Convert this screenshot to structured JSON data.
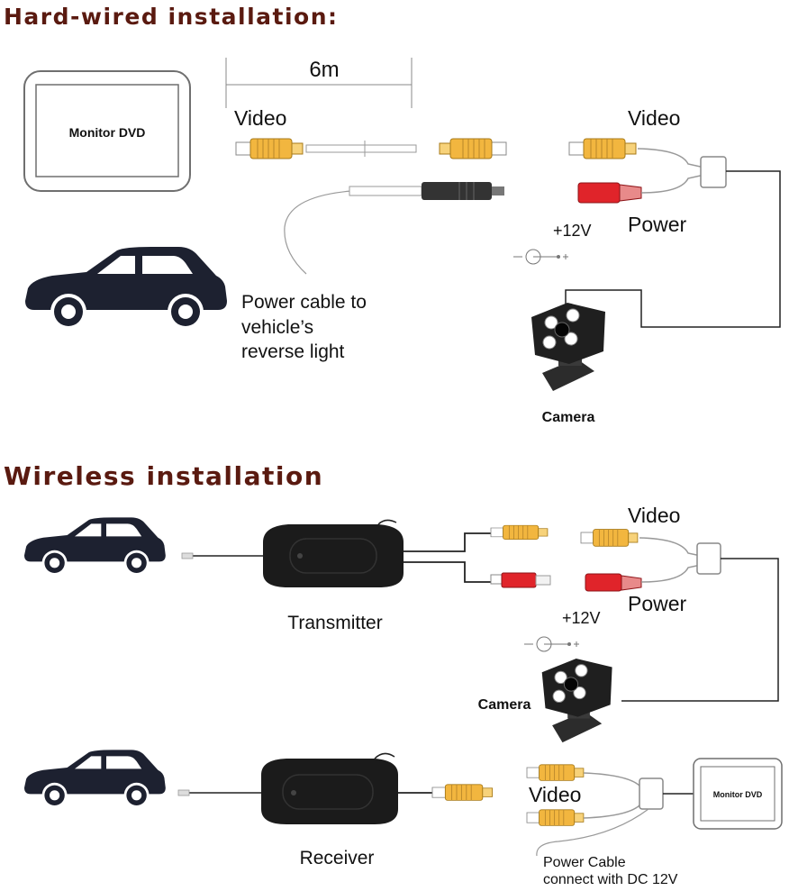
{
  "hardwired": {
    "title": "Hard-wired installation:",
    "distance": "6m",
    "monitor_label": "Monitor DVD",
    "video_left": "Video",
    "video_right": "Video",
    "power": "Power",
    "voltage": "+12V",
    "power_cable_line1": "Power cable to",
    "power_cable_line2": "vehicle’s",
    "power_cable_line3": "reverse light",
    "camera": "Camera"
  },
  "wireless": {
    "title": "Wireless installation",
    "video_top": "Video",
    "power": "Power",
    "voltage": "+12V",
    "transmitter": "Transmitter",
    "camera": "Camera",
    "receiver": "Receiver",
    "video_bottom": "Video",
    "monitor_label": "Monitor DVD",
    "power_cable_line1": "Power Cable",
    "power_cable_line2": "connect with DC 12V"
  },
  "colors": {
    "heading": "#5a1a10",
    "video_plug": "#f2b63f",
    "power_plug": "#e0242a",
    "car": "#1d2130",
    "module": "#1b1b1b",
    "cable": "#222222"
  }
}
